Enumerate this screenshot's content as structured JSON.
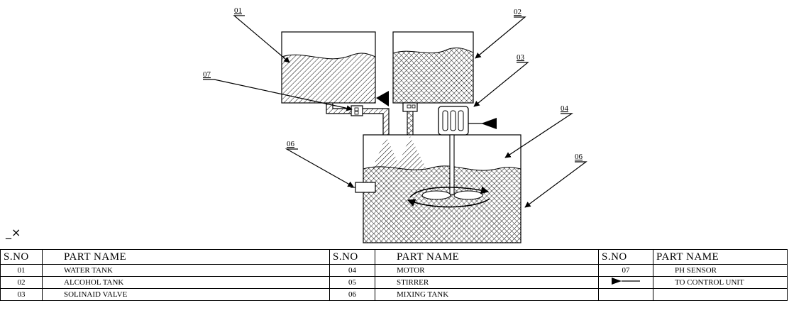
{
  "labels": {
    "l01": "01",
    "l02": "02",
    "l03": "03",
    "l04": "04",
    "l06a": "06",
    "l06b": "06",
    "l07": "07"
  },
  "corner_mark": "_×",
  "table": {
    "headers": [
      "S.NO",
      "PART NAME",
      "S.NO",
      "PART NAME",
      "S.NO",
      "PART NAME"
    ],
    "rows": [
      [
        "01",
        "WATER TANK",
        "04",
        "MOTOR",
        "07",
        "PH SENSOR"
      ],
      [
        "02",
        "ALCOHOL TANK",
        "05",
        "STIRRER",
        "",
        "TO CONTROL UNIT"
      ],
      [
        "03",
        "SOLINAID VALVE",
        "06",
        "MIXING TANK",
        "",
        ""
      ]
    ]
  }
}
